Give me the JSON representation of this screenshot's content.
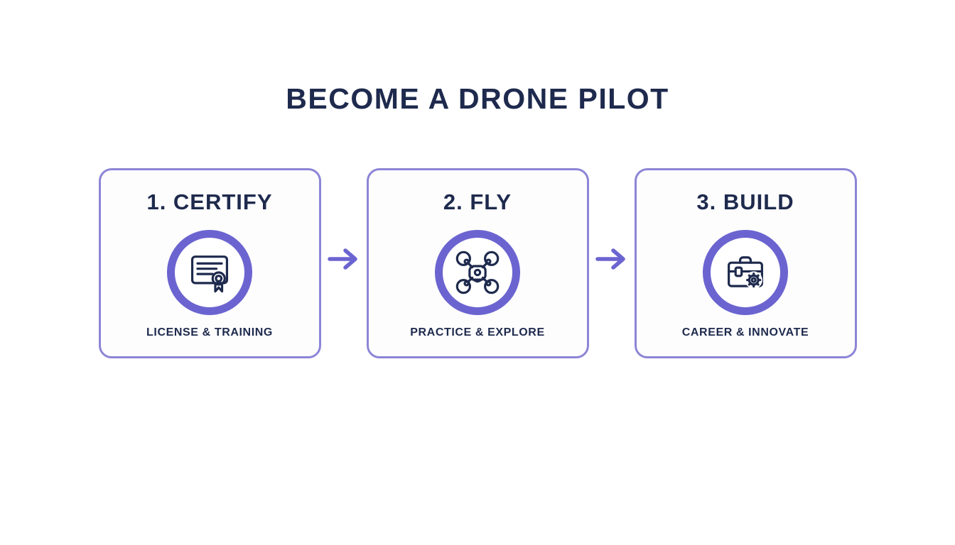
{
  "title": "BECOME A DRONE PILOT",
  "colors": {
    "accent": "#6b64d0",
    "card_border": "#8c85d6",
    "navy": "#1e2a4d",
    "background": "#ffffff"
  },
  "steps": [
    {
      "label": "1. CERTIFY",
      "subtitle": "LICENSE & TRAINING",
      "icon": "certificate-icon"
    },
    {
      "label": "2. FLY",
      "subtitle": "PRACTICE & EXPLORE",
      "icon": "drone-icon"
    },
    {
      "label": "3. BUILD",
      "subtitle": "CAREER & INNOVATE",
      "icon": "toolbox-icon"
    }
  ],
  "arrow": {
    "icon": "right-arrow-icon"
  }
}
